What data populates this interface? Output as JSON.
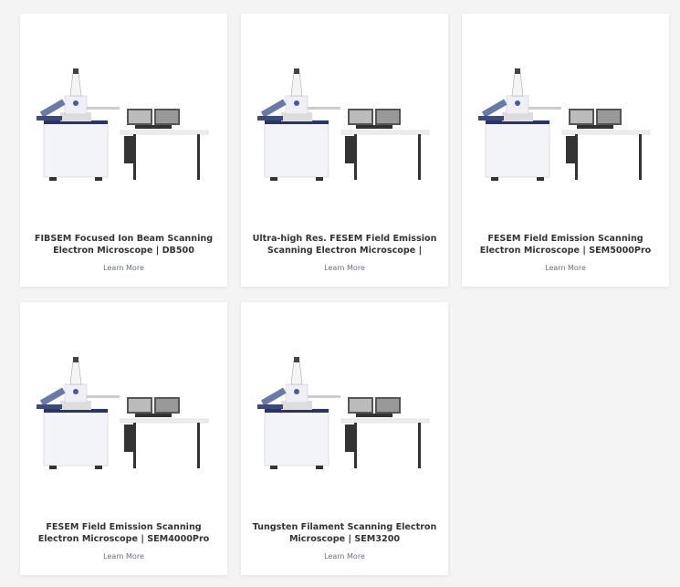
{
  "products": [
    {
      "title": "FIBSEM Focused Ion Beam Scanning Electron Microscope | DB500",
      "link": "Learn More",
      "image": "fibsem-db500-image"
    },
    {
      "title": "Ultra-high Res. FESEM Field Emission Scanning Electron Microscope |",
      "link": "Learn More",
      "image": "fesem-ultra-high-res-image"
    },
    {
      "title": "FESEM Field Emission Scanning Electron Microscope | SEM5000Pro",
      "link": "Learn More",
      "image": "fesem-sem5000pro-image"
    },
    {
      "title": "FESEM Field Emission Scanning Electron Microscope | SEM4000Pro",
      "link": "Learn More",
      "image": "fesem-sem4000pro-image"
    },
    {
      "title": "Tungsten Filament Scanning Electron Microscope | SEM3200",
      "link": "Learn More",
      "image": "sem3200-image"
    }
  ]
}
